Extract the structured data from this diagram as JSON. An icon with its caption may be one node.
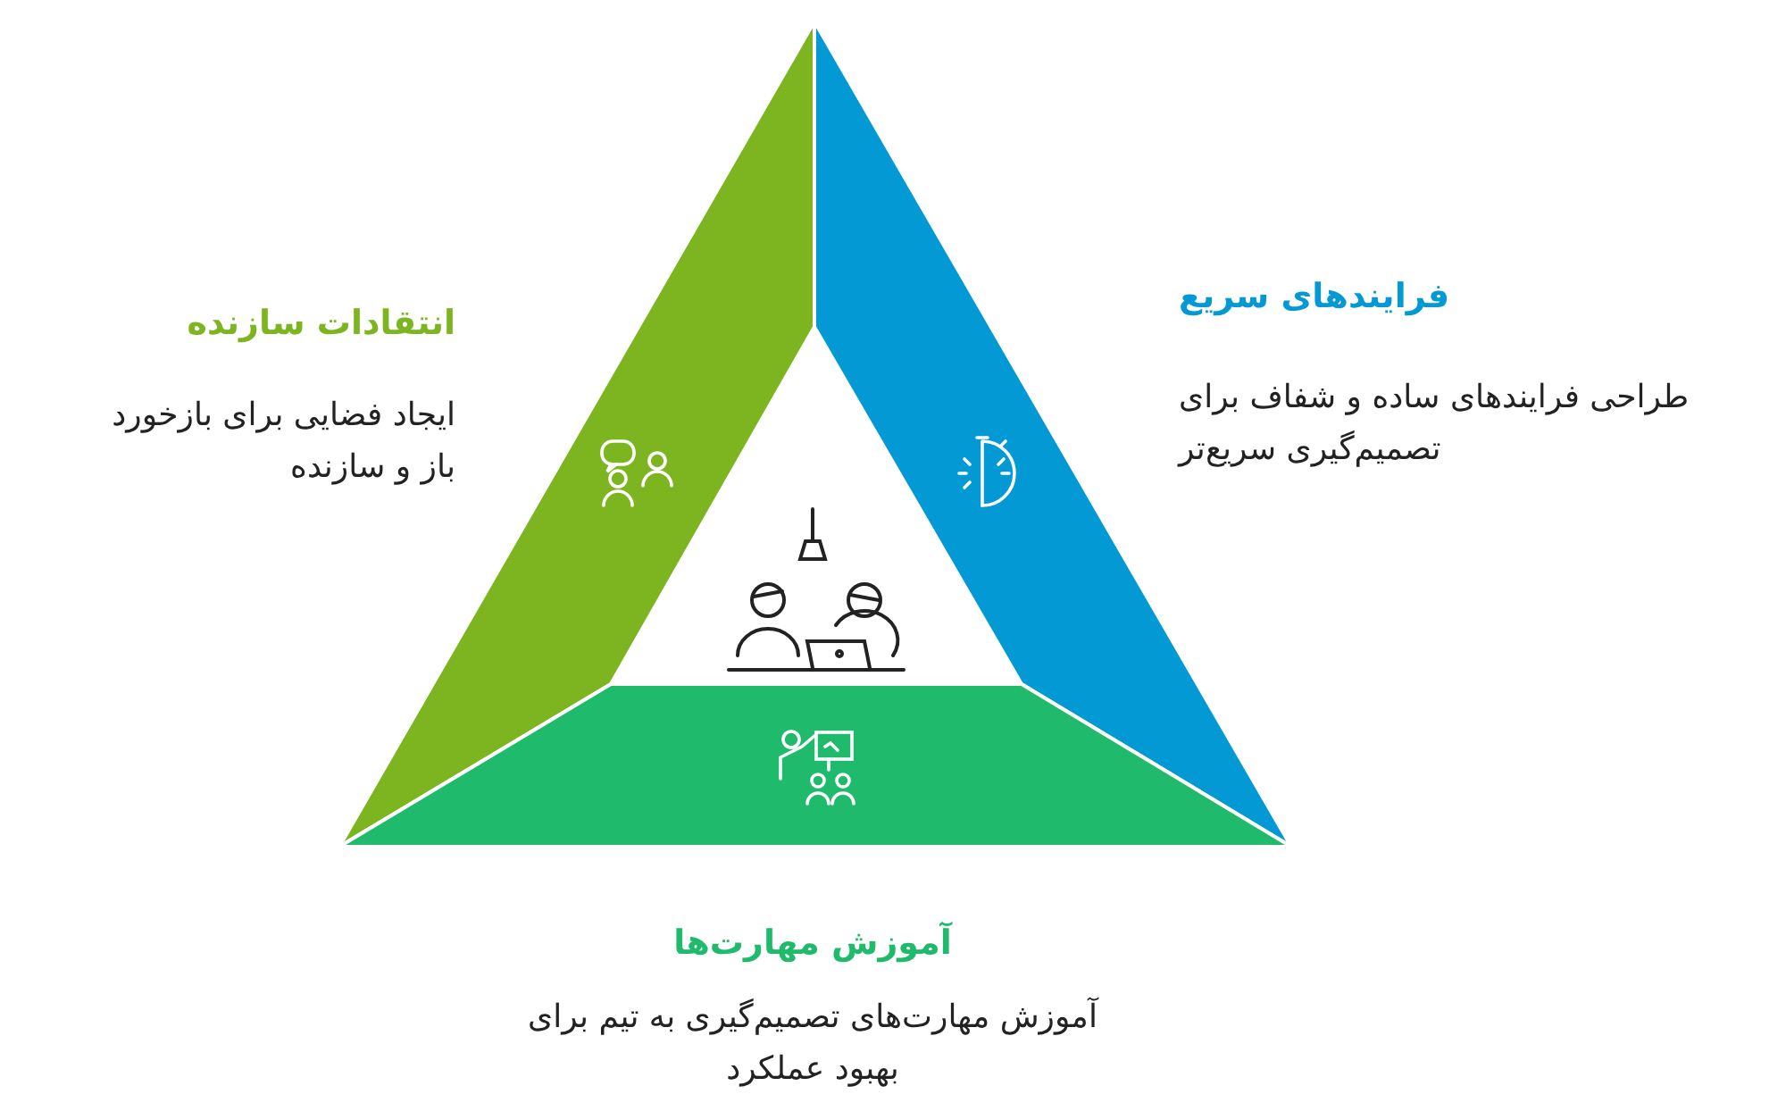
{
  "diagram": {
    "labels": [
      "انتقادات سازنده",
      "ایجاد فضایی برای بازخورد باز و سازنده",
      "فرایندهای سریع",
      "طراحی فرایندهای ساده و شفاف برای تصمیم‌گیری سریع‌تر",
      "آموزش مهارت‌ها",
      "آموزش مهارت‌های تصمیم‌گیری به تیم برای بهبود عملکرد"
    ]
  }
}
